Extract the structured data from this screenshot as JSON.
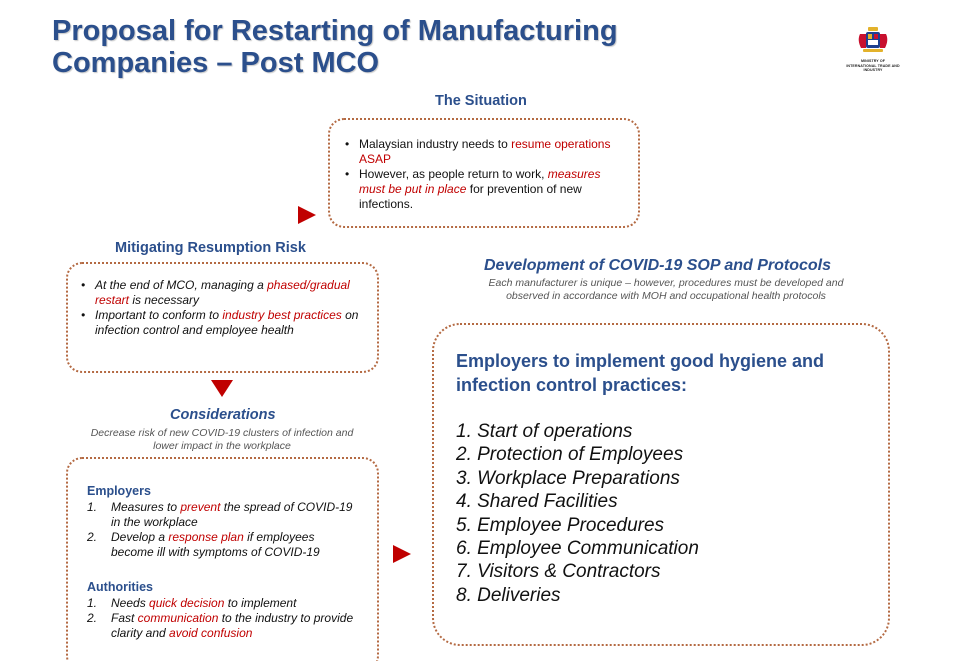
{
  "title": {
    "line1": "Proposal for Restarting of Manufacturing",
    "line2": "Companies – Post MCO"
  },
  "logo": {
    "text_line1": "MINISTRY OF",
    "text_line2": "INTERNATIONAL TRADE AND INDUSTRY",
    "icon": "coat-of-arms-icon"
  },
  "situation": {
    "heading": "The Situation",
    "b1_pre": "Malaysian industry needs to ",
    "b1_red": "resume operations ASAP",
    "b2_pre": "However, as people return to work, ",
    "b2_red": "measures must be put in place",
    "b2_post": " for prevention of new infections."
  },
  "mitigating": {
    "heading": "Mitigating Resumption Risk",
    "b1_pre": "At the end of MCO, managing a ",
    "b1_red": "phased/gradual restart",
    "b1_post": " is necessary",
    "b2_pre": "Important to conform to ",
    "b2_red": "industry best practices",
    "b2_post": " on infection control and employee health"
  },
  "considerations": {
    "heading": "Considerations",
    "note": "Decrease risk of new COVID-19 clusters of infection and lower impact in the workplace",
    "employers_label": "Employers",
    "e1_num": "1.",
    "e1_pre": "Measures to ",
    "e1_red": "prevent",
    "e1_post": " the spread of COVID-19 in the workplace",
    "e2_num": "2.",
    "e2_pre": "Develop a ",
    "e2_red": "response plan",
    "e2_post": " if employees become ill with symptoms of COVID-19",
    "authorities_label": "Authorities",
    "a1_num": "1.",
    "a1_pre": "Needs ",
    "a1_red": "quick decision",
    "a1_post": " to implement",
    "a2_num": "2.",
    "a2_pre": "Fast ",
    "a2_red": "communication",
    "a2_mid": " to the industry to provide clarity and ",
    "a2_red2": "avoid confusion"
  },
  "sop": {
    "heading": "Development of COVID-19 SOP and Protocols",
    "note": "Each manufacturer is unique – however, procedures must be developed and observed in accordance with MOH and occupational health protocols",
    "box_heading": "Employers to implement good hygiene and infection control practices:",
    "items": [
      "1. Start of operations",
      "2. Protection of Employees",
      "3. Workplace Preparations",
      "4. Shared Facilities",
      "5. Employee Procedures",
      "6. Employee Communication",
      "7. Visitors & Contractors",
      "8. Deliveries"
    ]
  },
  "colors": {
    "title_blue": "#2b4f8c",
    "accent_red": "#c00000",
    "border_dotted": "#b46a43"
  }
}
